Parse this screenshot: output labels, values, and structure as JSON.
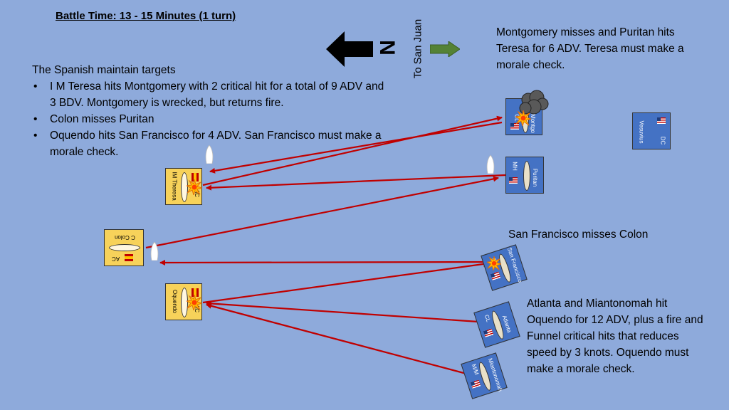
{
  "header": {
    "title": "Battle Time: 13 - 15 Minutes (1 turn)"
  },
  "compass": {
    "north_label": "N",
    "to_label": "To San Juan"
  },
  "notes": {
    "spanish_intro": "The Spanish maintain targets",
    "spanish_bullets": [
      "I M Teresa hits Montgomery with 2 critical hit for a total of 9 ADV and 3 BDV. Montgomery is wrecked, but returns fire.",
      "Colon misses Puritan",
      "Oquendo hits San Francisco for 4 ADV. San Francisco must make a morale check."
    ],
    "montgomery": "Montgomery misses and Puritan hits Teresa for 6 ADV. Teresa must make a morale check.",
    "san_francisco": "San Francisco misses Colon",
    "atlanta": "Atlanta and Miantonomah hit Oquendo for 12 ADV, plus a fire and Funnel critical hits that reduces speed by 3 knots. Oquendo must make a morale check."
  },
  "counters": {
    "montgomery": {
      "type": "CL",
      "name": "Montgo"
    },
    "vesuvius": {
      "type": "DC",
      "name": "Vesuvius"
    },
    "puritan": {
      "type": "MH",
      "name": "Puritan"
    },
    "teresa": {
      "type": "AC",
      "name": "IM Theresa"
    },
    "colon": {
      "type": "AC",
      "name": "C Colon"
    },
    "oquendo": {
      "type": "AC",
      "name": "Oquendo"
    },
    "san_francisco": {
      "type": "C",
      "name": "San Francisco"
    },
    "atlanta": {
      "type": "CL",
      "name": "Atlanta"
    },
    "miantonomah": {
      "type": "M/M",
      "name": "Miantonomah"
    }
  },
  "colors": {
    "sea": "#8eaadb",
    "us_counter": "#4472c4",
    "spanish_counter": "#f7d25a",
    "fire_line": "#c00000",
    "arrow_green": "#548235",
    "flag_red": "#c00000"
  }
}
